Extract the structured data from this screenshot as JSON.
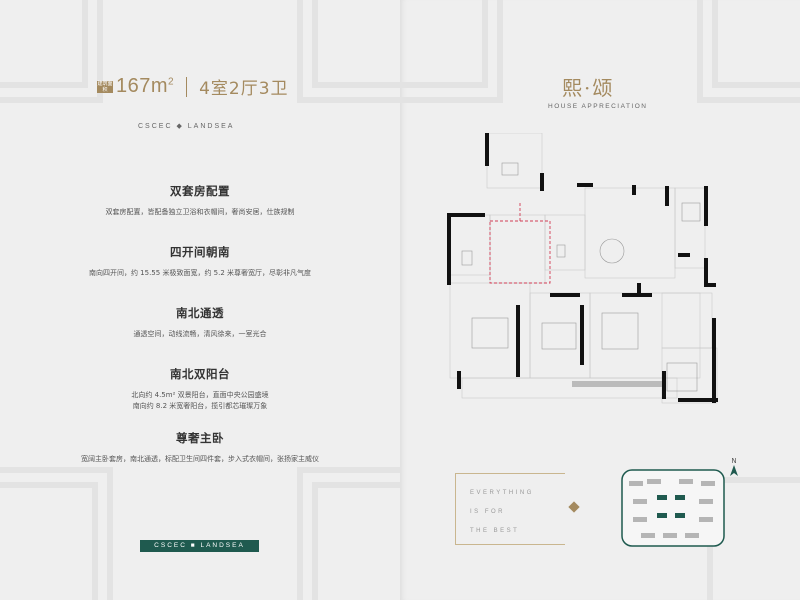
{
  "left": {
    "spec": {
      "badge": "建筑面积",
      "area": "167m",
      "area_sup": "2",
      "layout": "4室2厅3卫"
    },
    "brand": "CSCEC ◆ LANDSEA",
    "features": [
      {
        "title": "双套房配置",
        "lines": [
          "双套房配置，皆配备独立卫浴和衣帽间，奢尚安居，仕族规制"
        ]
      },
      {
        "title": "四开间朝南",
        "lines": [
          "南向四开间，约 15.55 米极致面宽，约 5.2 米尊奢宽厅，尽彰非凡气度"
        ]
      },
      {
        "title": "南北通透",
        "lines": [
          "通透空间，动线流畅，清风徐来，一室光合"
        ]
      },
      {
        "title": "南北双阳台",
        "lines": [
          "北向约 4.5m² 双景阳台，直面中央公园盛境",
          "南向约 8.2 米宽奢阳台，揽引都芯璀璨万象"
        ]
      },
      {
        "title": "尊奢主卧",
        "lines": [
          "宽阔主卧套房，南北通透，标配卫生间四件套，步入式衣帽间，张扬家主威仪"
        ]
      }
    ],
    "logo_bar": "CSCEC ■ LANDSEA"
  },
  "right": {
    "title_cn": "熙·颂",
    "title_en": "HOUSE APPRECIATION",
    "slogan": [
      "EVERYTHING",
      "IS FOR",
      "THE BEST"
    ],
    "north": "N"
  },
  "colors": {
    "gold": "#a48a5f",
    "green": "#1f5a4f",
    "bg": "#efefef"
  }
}
